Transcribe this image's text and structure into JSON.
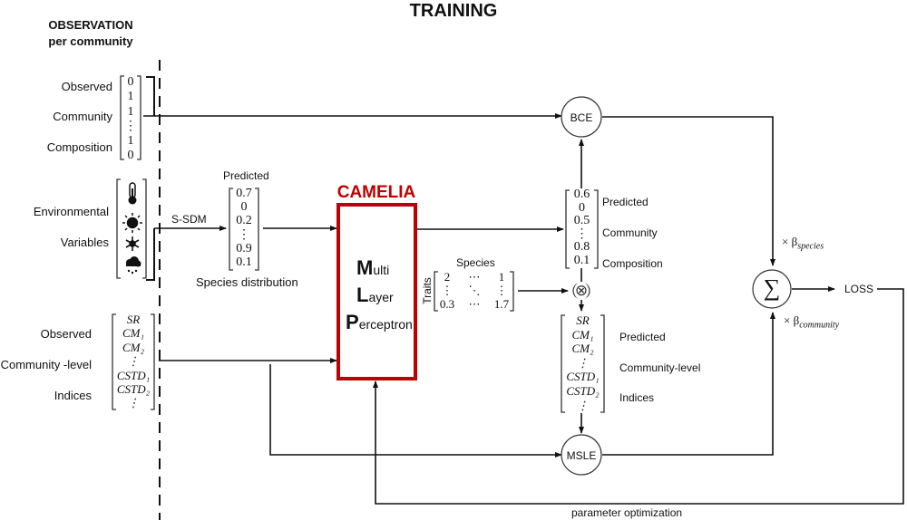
{
  "title": "TRAINING",
  "observation": {
    "heading_line1": "OBSERVATION",
    "heading_line2": "per community",
    "composition": {
      "labels": [
        "Observed",
        "Community",
        "Composition"
      ],
      "values": [
        "0",
        "1",
        "1",
        "⋮",
        "1",
        "0"
      ]
    },
    "environment": {
      "labels": [
        "Environmental",
        "Variables"
      ],
      "icons": [
        "thermometer-icon",
        "sun-icon",
        "snowflake-icon",
        "rain-cloud-icon"
      ]
    },
    "indices": {
      "labels": [
        "Observed",
        "Community -level",
        "Indices"
      ],
      "values": [
        "SR",
        "CM₁",
        "CM₂",
        "⋮",
        "CSTD₁",
        "CSTD₂",
        "⋮"
      ]
    }
  },
  "ssdm": {
    "edge_label": "S-SDM",
    "title": "Predicted",
    "subtitle": "Species distribution",
    "values": [
      "0.7",
      "0",
      "0.2",
      "⋮",
      "0.9",
      "0.1"
    ]
  },
  "camelia": {
    "title": "CAMELIA",
    "lines": [
      {
        "initial": "M",
        "rest": "ulti"
      },
      {
        "initial": "L",
        "rest": "ayer"
      },
      {
        "initial": "P",
        "rest": "erceptron"
      }
    ],
    "color": "#c00000"
  },
  "traits": {
    "col_label": "Species",
    "row_label": "Traits",
    "rows": [
      [
        "2",
        "⋯",
        "1"
      ],
      [
        "⋮",
        "⋱",
        "⋮"
      ],
      [
        "0.3",
        "⋯",
        "1.7"
      ]
    ]
  },
  "predicted_composition": {
    "labels": [
      "Predicted",
      "Community",
      "Composition"
    ],
    "values": [
      "0.6",
      "0",
      "0.5",
      "⋮",
      "0.8",
      "0.1"
    ]
  },
  "predicted_indices": {
    "labels": [
      "Predicted",
      "Community-level",
      "Indices"
    ],
    "values": [
      "SR",
      "CM₁",
      "CM₂",
      "⋮",
      "CSTD₁",
      "CSTD₂",
      "⋮"
    ]
  },
  "nodes": {
    "bce": "BCE",
    "msle": "MSLE",
    "sum": "∑",
    "product": "⊗",
    "loss": "LOSS"
  },
  "weights": {
    "species": "× β",
    "species_sub": "species",
    "community": "× β",
    "community_sub": "community"
  },
  "feedback_label": "parameter optimization"
}
